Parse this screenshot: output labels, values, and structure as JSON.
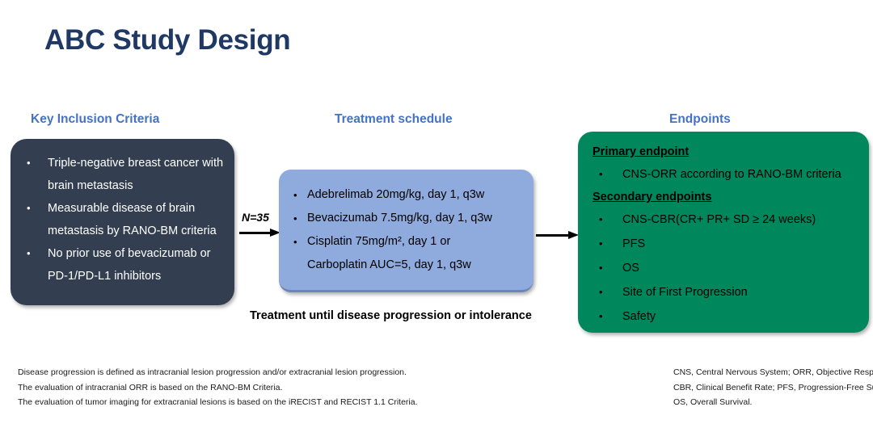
{
  "slide": {
    "title": "ABC Study Design",
    "title_color": "#1F3864",
    "header_color": "#4472C4"
  },
  "columns": {
    "inclusion_header": "Key Inclusion Criteria",
    "treatment_header": "Treatment schedule",
    "endpoints_header": "Endpoints"
  },
  "inclusion_box": {
    "background_color": "#333F50",
    "text_color": "#FFFFFF",
    "bullet_glyph": "•",
    "items": [
      "Triple-negative breast cancer with brain metastasis",
      "Measurable disease of brain metastasis by RANO-BM criteria",
      "No prior use of bevacizumab or PD-1/PD-L1 inhibitors"
    ]
  },
  "enrollment": {
    "label": "N=35"
  },
  "treatment_box": {
    "background_color": "#8FAADC",
    "text_color": "#000000",
    "bullet_glyph": "•",
    "items": [
      {
        "line1": "Adebrelimab 20mg/kg, day 1, q3w",
        "line2": ""
      },
      {
        "line1": "Bevacizumab 7.5mg/kg, day 1, q3w",
        "line2": ""
      },
      {
        "line1": "Cisplatin 75mg/m², day 1 or",
        "line2": "Carboplatin AUC=5, day 1, q3w"
      }
    ],
    "caption": "Treatment until disease progression or intolerance"
  },
  "endpoints_box": {
    "background_color": "#00875C",
    "text_color": "#000000",
    "bullet_glyph": "•",
    "groups": [
      {
        "title": "Primary endpoint",
        "items": [
          "CNS-ORR according to RANO-BM criteria"
        ]
      },
      {
        "title": "Secondary endpoints",
        "items": [
          "CNS-CBR(CR+ PR+ SD ≥ 24 weeks)",
          "PFS",
          "OS",
          "Site of First Progression",
          "Safety"
        ]
      }
    ]
  },
  "footnotes": {
    "left": [
      "Disease progression is defined as intracranial lesion progression  and/or extracranial lesion progression.",
      "The evaluation of intracranial ORR is based on the RANO-BM Criteria.",
      "The evaluation of tumor imaging for extracranial lesions is based on the iRECIST and RECIST 1.1 Criteria."
    ],
    "right": [
      "CNS, Central Nervous System;  ORR, Objective Response Rate;",
      "CBR, Clinical Benefit Rate; PFS, Progression-Free Survival;",
      "OS, Overall Survival."
    ]
  }
}
